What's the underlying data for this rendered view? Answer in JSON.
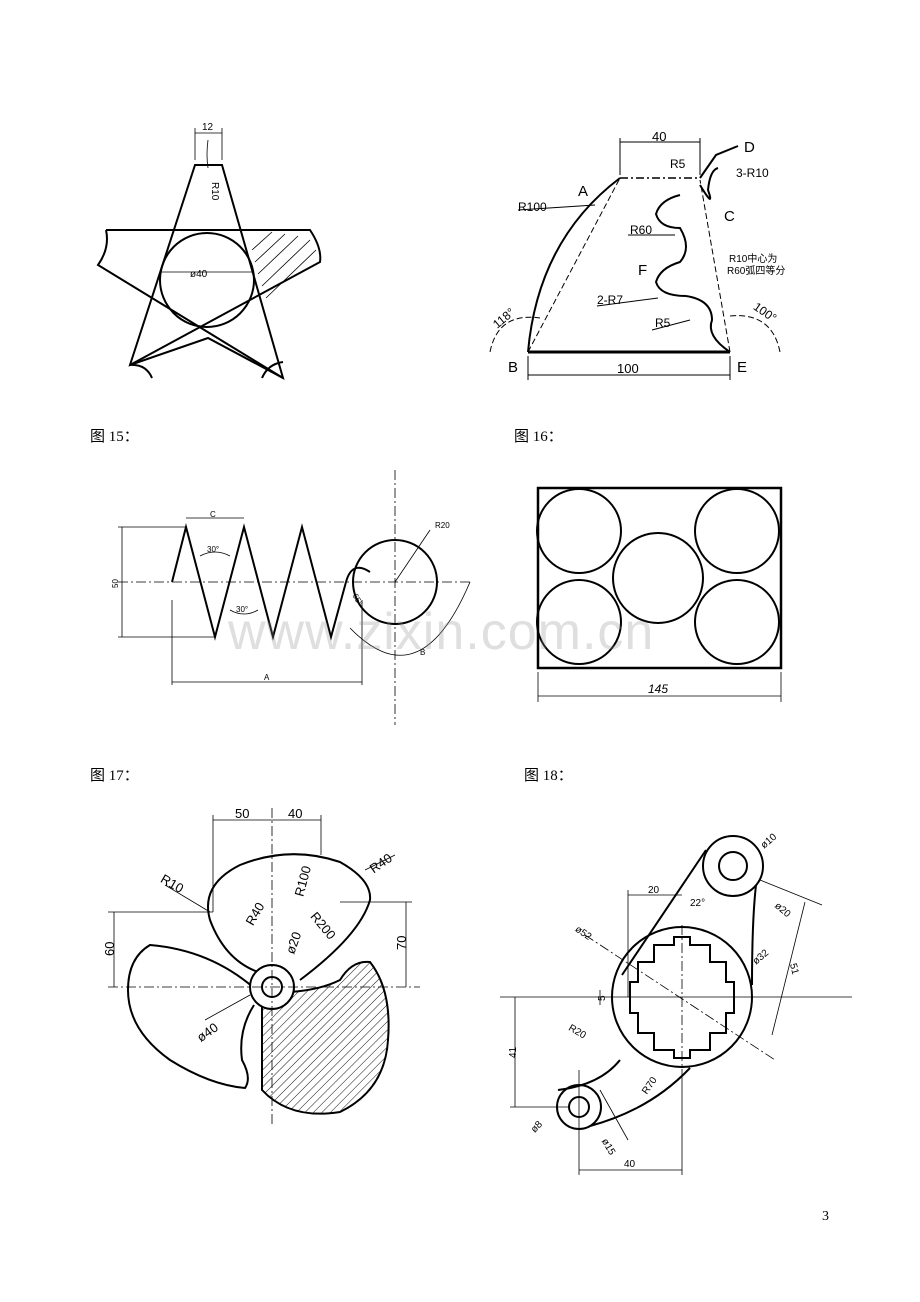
{
  "captions": {
    "fig15": "图 15：",
    "fig16": "图 16：",
    "fig17": "图 17：",
    "fig18": "图 18："
  },
  "page_number": "3",
  "watermark": "www.zixin.com.cn",
  "fig15": {
    "dim_width": "12",
    "dim_radius": "R10",
    "dim_diameter": "ø40"
  },
  "fig16": {
    "dim_top": "40",
    "dim_r5_top": "R5",
    "dim_3r10": "3-R10",
    "dim_r100": "R100",
    "dim_r60": "R60",
    "note_line1": "R10中心为",
    "note_line2": "R60弧四等分",
    "dim_2r7": "2-R7",
    "dim_r5_bottom": "R5",
    "angle_left": "118°",
    "angle_right": "100°",
    "dim_bottom": "100",
    "label_a": "A",
    "label_b": "B",
    "label_c": "C",
    "label_d": "D",
    "label_e": "E",
    "label_f": "F"
  },
  "fig17": {
    "dim_c": "C",
    "dim_30_top": "30°",
    "dim_30_bottom": "30°",
    "dim_50": "50",
    "dim_a": "A",
    "dim_r20": "R20",
    "dim_angle": "65°",
    "dim_b": "B"
  },
  "fig18": {
    "dim_145": "145"
  },
  "fig19": {
    "dim_50": "50",
    "dim_40": "40",
    "dim_r10": "R10",
    "dim_r40_right": "R40",
    "dim_r100": "R100",
    "dim_r40_left": "R40",
    "dim_r200": "R200",
    "dim_phi20": "ø20",
    "dim_60": "60",
    "dim_70": "70",
    "dim_phi40": "ø40"
  },
  "fig20": {
    "dim_phi10": "ø10",
    "dim_20": "20",
    "dim_22": "22°",
    "dim_phi52": "ø52",
    "dim_phi32": "ø32",
    "dim_phi20": "ø20",
    "dim_51": "51",
    "dim_5": "5",
    "dim_r20": "R20",
    "dim_41": "41",
    "dim_r70": "R70",
    "dim_phi8": "ø8",
    "dim_phi15": "ø15",
    "dim_40": "40"
  }
}
